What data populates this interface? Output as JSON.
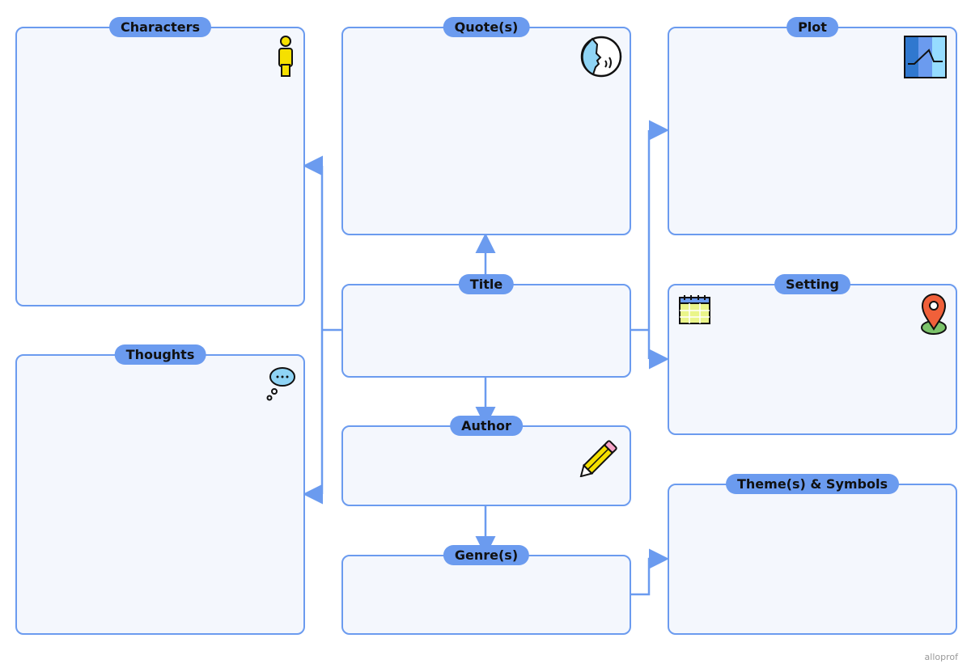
{
  "boxes": {
    "characters": "Characters",
    "thoughts": "Thoughts",
    "quotes": "Quote(s)",
    "title": "Title",
    "author": "Author",
    "genre": "Genre(s)",
    "plot": "Plot",
    "setting": "Setting",
    "themes": "Theme(s) & Symbols"
  },
  "brand": "alloprof",
  "colors": {
    "accent": "#6b9bef",
    "box_fill": "#f4f7fd"
  }
}
